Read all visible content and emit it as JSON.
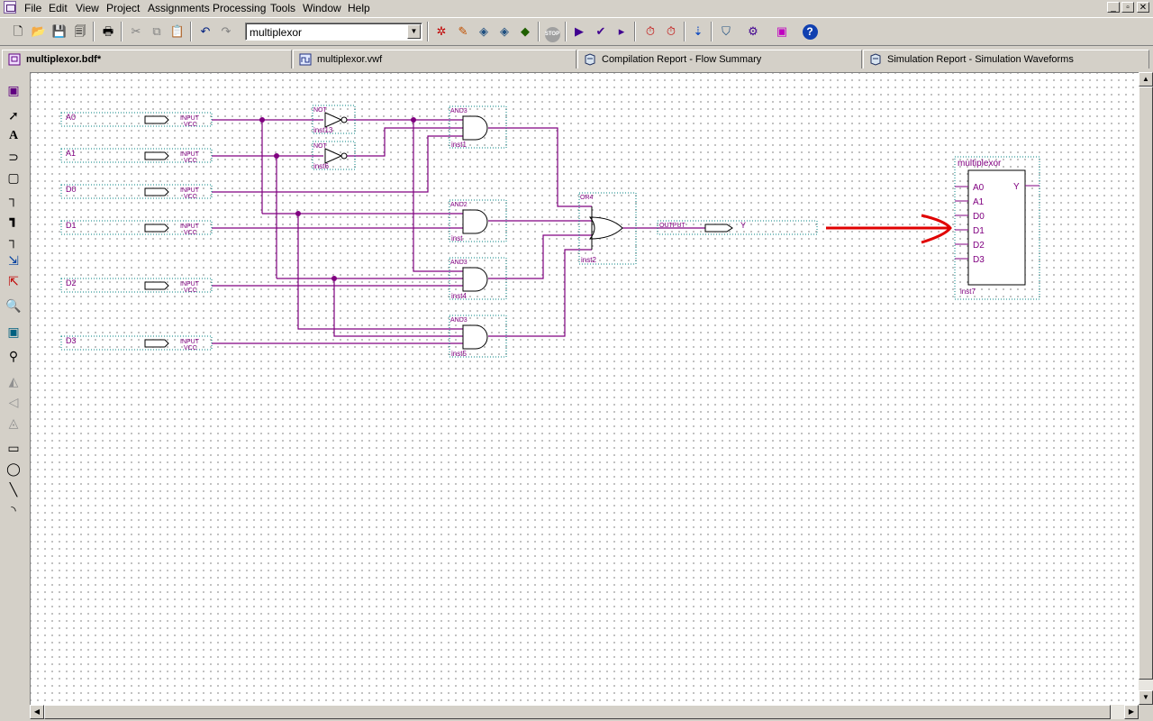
{
  "menu": [
    "File",
    "Edit",
    "View",
    "Project",
    "Assignments",
    "Processing",
    "Tools",
    "Window",
    "Help"
  ],
  "window_controls": {
    "minimize": "_",
    "restore": "▫",
    "close": "✕"
  },
  "toolbar": {
    "project_combo": "multiplexor"
  },
  "tabs": [
    "multiplexor.bdf*",
    "multiplexor.vwf",
    "Compilation Report - Flow Summary",
    "Simulation Report - Simulation Waveforms"
  ],
  "schematic": {
    "inputs": [
      "A0",
      "A1",
      "D0",
      "D1",
      "D2",
      "D3"
    ],
    "input_type": "INPUT",
    "input_sub": "VCC",
    "output_type": "OUTPUT",
    "output_name": "Y",
    "not_gates": [
      {
        "type": "NOT",
        "name": "inst13"
      },
      {
        "type": "NOT",
        "name": "inst6"
      }
    ],
    "and_gates": [
      {
        "type": "AND3",
        "name": "inst1"
      },
      {
        "type": "AND2",
        "name": "inst"
      },
      {
        "type": "AND3",
        "name": "inst4"
      },
      {
        "type": "AND3",
        "name": "inst5"
      }
    ],
    "or_gate": {
      "type": "OR4",
      "name": "inst2"
    },
    "wire_color": "#800080",
    "arrow_color": "#e00000",
    "symbol": {
      "title": "multiplexor",
      "ports_in": [
        "A0",
        "A1",
        "D0",
        "D1",
        "D2",
        "D3"
      ],
      "port_out": "Y",
      "instance": "inst7"
    }
  }
}
